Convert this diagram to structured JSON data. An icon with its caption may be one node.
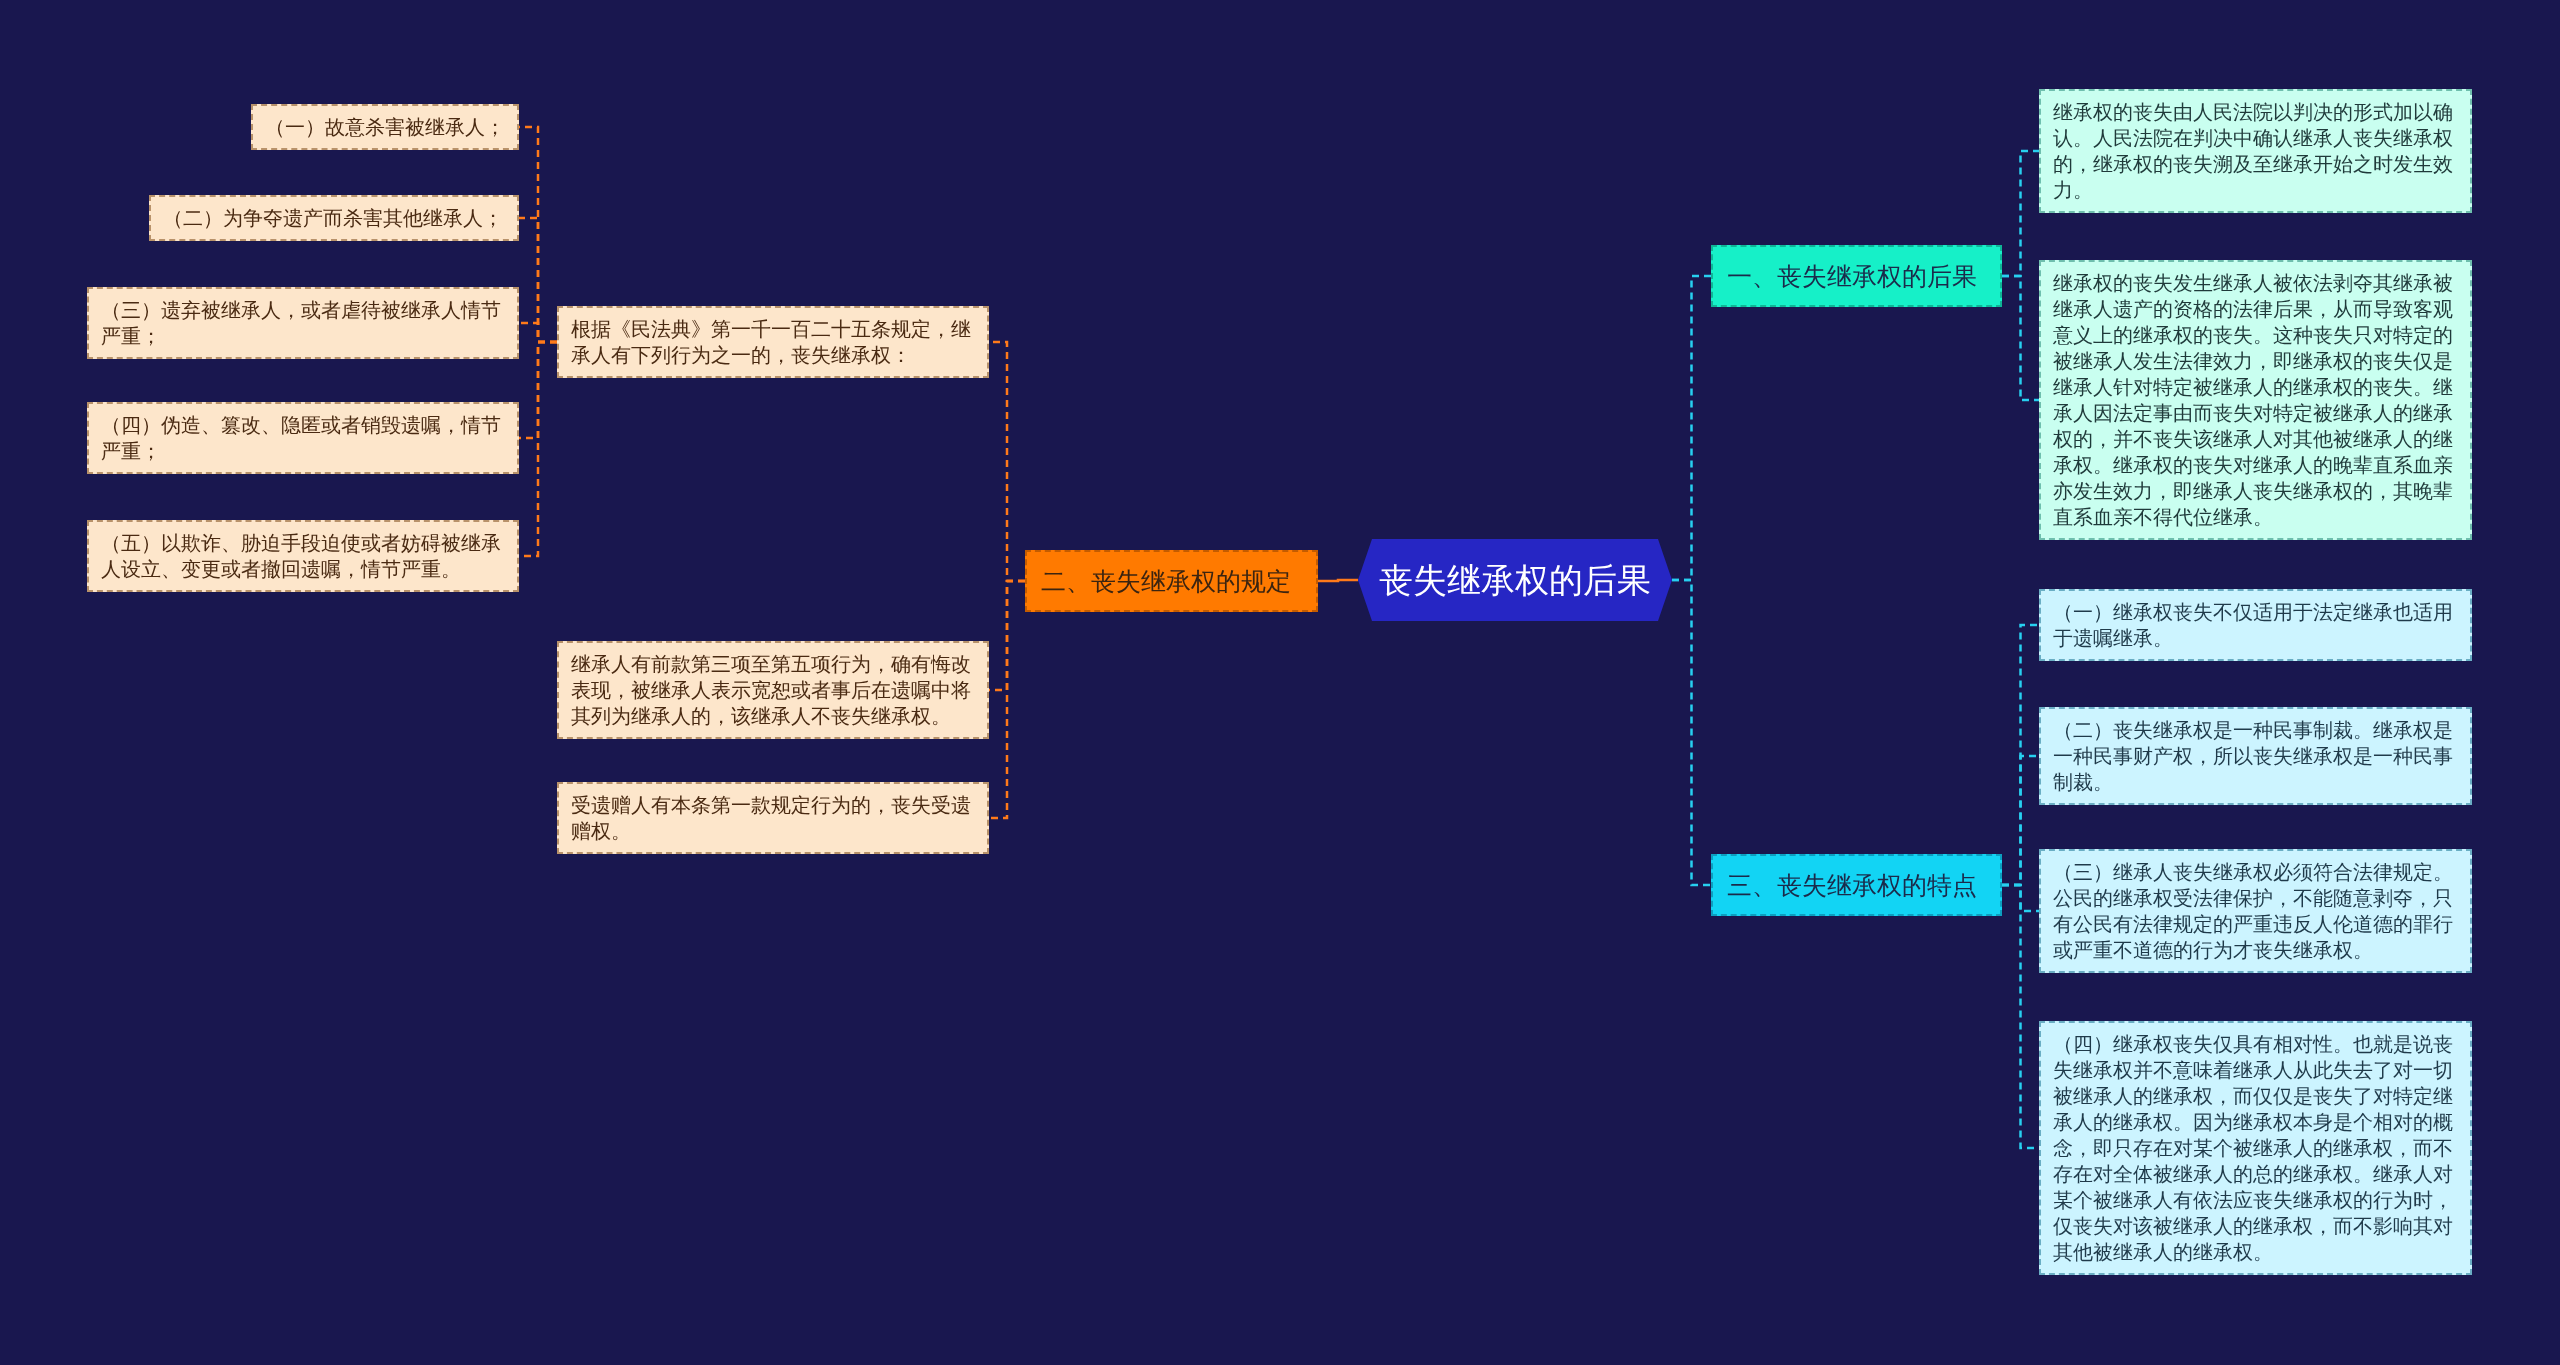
{
  "diagram": {
    "nodes": [
      {
        "text": [
          "丧失继承权的后果"
        ]
      },
      {
        "text": [
          "一、丧失继承权的后果"
        ]
      },
      {
        "text": [
          "继承权的丧失由人民法院以判决的形式加以确认。人民法院在判决中确认继承人丧失继承权的，继承权的丧失溯及至继承开始之时发生效力。"
        ]
      },
      {
        "text": [
          "继承权的丧失发生继承人被依法剥夺其继承被继承人遗产的资格的法律后果，从而导致客观意义上的继承权的丧失。这种丧失只对特定的被继承人发生法律效力，即继承权的丧失仅是继承人针对特定被继承人的继承权的丧失。继承人因法定事由而丧失对特定被继承人的继承权的，并不丧失该继承人对其他被继承人的继承权。继承权的丧失对继承人的晚辈直系血亲亦发生效力，即继承人丧失继承权的，其晚辈直系血亲不得代位继承。"
        ]
      },
      {
        "text": [
          "二、丧失继承权的规定"
        ]
      },
      {
        "text": [
          "根据《民法典》第一千一百二十五条规定，继承人有下列行为之一的，丧失继承权："
        ]
      },
      {
        "text": [
          "（一）故意杀害被继承人；"
        ]
      },
      {
        "text": [
          "（二）为争夺遗产而杀害其他继承人；"
        ]
      },
      {
        "text": [
          "（三）遗弃被继承人，或者虐待被继承人情节严重；"
        ]
      },
      {
        "text": [
          "（四）伪造、篡改、隐匿或者销毁遗嘱，情节严重；"
        ]
      },
      {
        "text": [
          "（五）以欺诈、胁迫手段迫使或者妨碍被继承人设立、变更或者撤回遗嘱，情节严重。"
        ]
      },
      {
        "text": [
          "继承人有前款第三项至第五项行为，确有悔改表现，被继承人表示宽恕或者事后在遗嘱中将其列为继承人的，该继承人不丧失继承权。"
        ]
      },
      {
        "text": [
          "受遗赠人有本条第一款规定行为的，丧失受遗赠权。"
        ]
      },
      {
        "text": [
          "三、丧失继承权的特点"
        ]
      },
      {
        "text": [
          "（一）继承权丧失不仅适用于法定继承也适用于遗嘱继承。"
        ]
      },
      {
        "text": [
          "（二）丧失继承权是一种民事制裁。继承权是一种民事财产权，所以丧失继承权是一种民事制裁。"
        ]
      },
      {
        "text": [
          "（三）继承人丧失继承权必须符合法律规定。公民的继承权受法律保护，不能随意剥夺，只有公民有法律规定的严重违反人伦道德的罪行或严重不道德的行为才丧失继承权。"
        ]
      },
      {
        "text": [
          "（四）继承权丧失仅具有相对性。也就是说丧失继承权并不意味着继承人从此失去了对一切被继承人的继承权，而仅仅是丧失了对特定继承人的继承权。因为继承权本身是个相对的概念，即只存在对某个被继承人的继承权，而不存在对全体被继承人的总的继承权。继承人对某个被继承人有依法应丧失继承权的行为时，仅丧失对该被继承人的继承权，而不影响其对其他被继承人的继承权。"
        ]
      }
    ],
    "edges": [
      {
        "from": 0,
        "to": 1,
        "arrow": "none",
        "style": "dashed",
        "color": "#27d0f0"
      },
      {
        "from": 1,
        "to": 2,
        "arrow": "none",
        "style": "dashed",
        "color": "#27d0f0"
      },
      {
        "from": 1,
        "to": 3,
        "arrow": "none",
        "style": "dashed",
        "color": "#27d0f0"
      },
      {
        "from": 0,
        "to": 4,
        "arrow": "none",
        "color": "#ff7a1a"
      },
      {
        "from": 4,
        "to": 5,
        "arrow": "none",
        "style": "dashed",
        "color": "#ff7a1a"
      },
      {
        "from": 5,
        "to": 6,
        "arrow": "none",
        "style": "dashed",
        "color": "#ff7a1a"
      },
      {
        "from": 5,
        "to": 7,
        "arrow": "none",
        "style": "dashed",
        "color": "#ff7a1a"
      },
      {
        "from": 5,
        "to": 8,
        "arrow": "none",
        "style": "dashed",
        "color": "#ff7a1a"
      },
      {
        "from": 5,
        "to": 9,
        "arrow": "none",
        "style": "dashed",
        "color": "#ff7a1a"
      },
      {
        "from": 5,
        "to": 10,
        "arrow": "none",
        "style": "dashed",
        "color": "#ff7a1a"
      },
      {
        "from": 4,
        "to": 11,
        "arrow": "none",
        "style": "dashed",
        "color": "#ff7a1a"
      },
      {
        "from": 4,
        "to": 12,
        "arrow": "none",
        "style": "dashed",
        "color": "#ff7a1a"
      },
      {
        "from": 0,
        "to": 13,
        "arrow": "none",
        "style": "dashed",
        "color": "#27d0f0"
      },
      {
        "from": 13,
        "to": 14,
        "arrow": "none",
        "style": "dashed",
        "color": "#27d0f0"
      },
      {
        "from": 13,
        "to": 15,
        "arrow": "none",
        "style": "dashed",
        "color": "#27d0f0"
      },
      {
        "from": 13,
        "to": 16,
        "arrow": "none",
        "style": "dashed",
        "color": "#27d0f0"
      },
      {
        "from": 13,
        "to": 17,
        "arrow": "none",
        "style": "dashed",
        "color": "#27d0f0"
      }
    ]
  }
}
